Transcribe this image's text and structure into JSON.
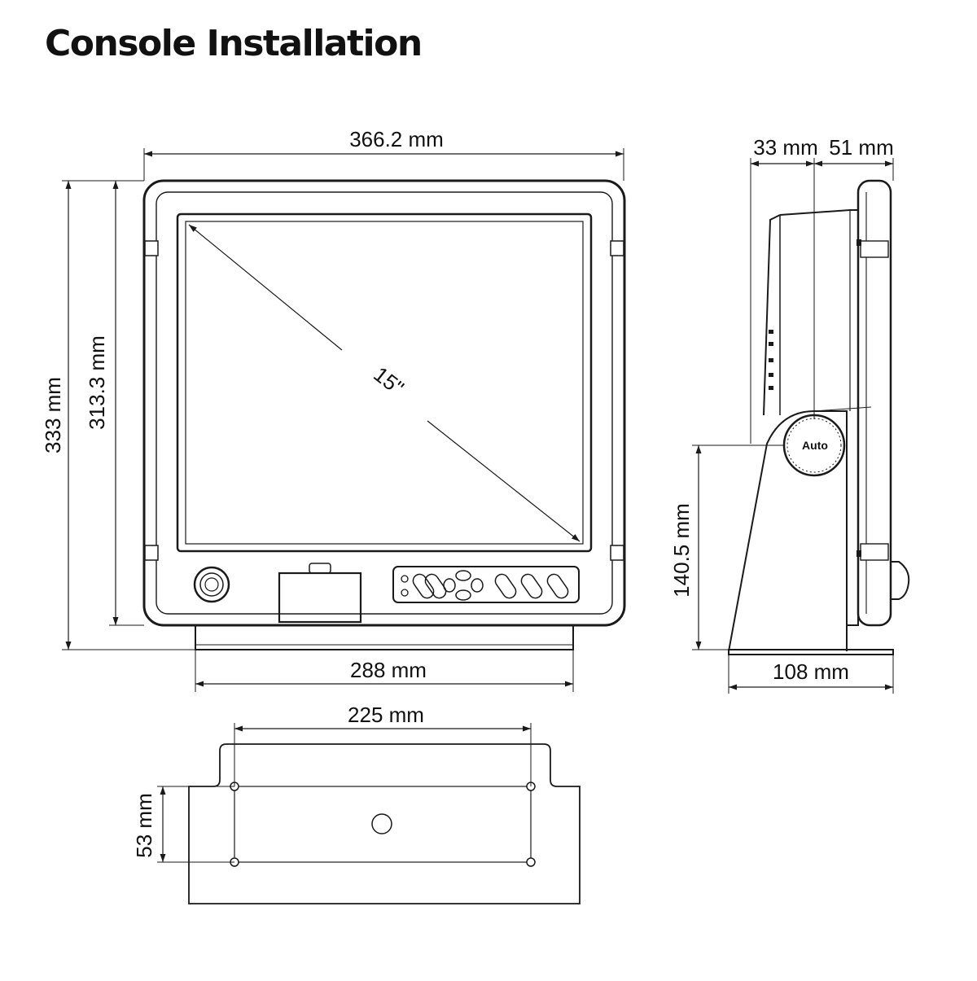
{
  "title": "Console Installation",
  "dimensions": {
    "front_width": "366.2 mm",
    "front_height": "333 mm",
    "front_inner_height": "313.3 mm",
    "screen_diagonal": "15\"",
    "base_width": "288 mm",
    "side_depth_top": "33 mm",
    "side_depth_front": "51 mm",
    "mount_height": "140.5 mm",
    "side_base_depth": "108 mm",
    "hole_spacing_width": "225 mm",
    "hole_spacing_depth": "53 mm"
  },
  "knob": {
    "label": "Auto"
  }
}
